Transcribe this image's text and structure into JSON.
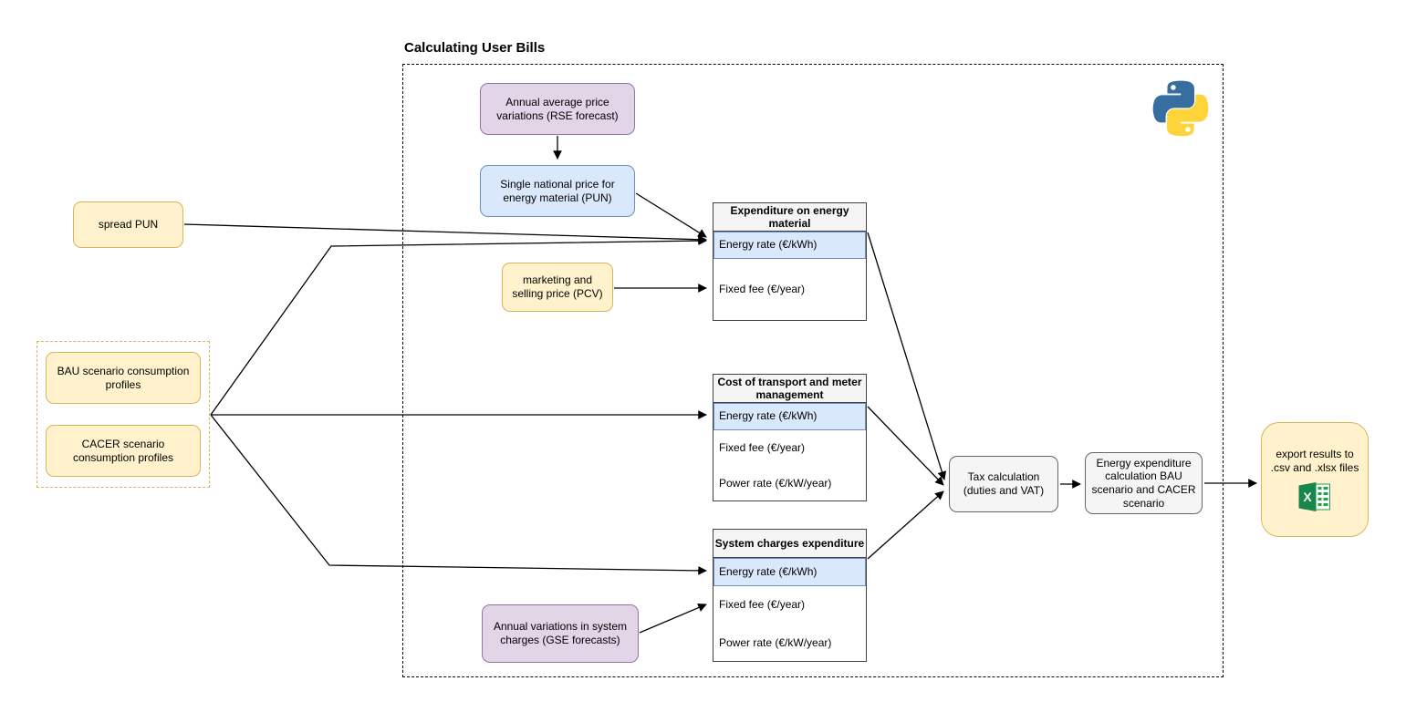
{
  "title": "Calculating User Bills",
  "nodes": {
    "rse_forecast": {
      "label": "Annual average price variations (RSE forecast)"
    },
    "pun": {
      "label": "Single national price for energy material (PUN)"
    },
    "spread_pun": {
      "label": "spread PUN"
    },
    "pcv": {
      "label": "marketing and selling price (PCV)"
    },
    "bau_profiles": {
      "label": "BAU scenario consumption profiles"
    },
    "cacer_profiles": {
      "label": "CACER scenario consumption profiles"
    },
    "gse_forecasts": {
      "label": "Annual variations in system charges (GSE forecasts)"
    },
    "tax_calculation": {
      "label": "Tax calculation (duties and VAT)"
    },
    "energy_expenditure": {
      "label": "Energy expenditure calculation BAU scenario and CACER scenario"
    },
    "export_results": {
      "label": "export results to .csv and .xlsx files"
    }
  },
  "tables": {
    "energy_material": {
      "header": "Expenditure on energy material",
      "rows": [
        "Energy rate (€/kWh)",
        "Fixed fee (€/year)"
      ]
    },
    "transport": {
      "header": "Cost of transport and meter management",
      "rows": [
        "Energy rate (€/kWh)",
        "Fixed fee (€/year)",
        "Power rate (€/kW/year)"
      ]
    },
    "system_charges": {
      "header": "System charges expenditure",
      "rows": [
        "Energy rate (€/kWh)",
        "Fixed fee (€/year)",
        "Power rate (€/kW/year)"
      ]
    }
  },
  "icons": {
    "python": "python-logo",
    "excel": "excel-icon",
    "excel_letter": "X"
  },
  "edges": [
    {
      "from": "rse_forecast",
      "to": "pun"
    },
    {
      "from": "pun",
      "to": "energy_material.Energy rate (€/kWh)"
    },
    {
      "from": "spread_pun",
      "to": "energy_material.Energy rate (€/kWh)"
    },
    {
      "from": "consumption_profiles",
      "to": "energy_material.Energy rate (€/kWh)"
    },
    {
      "from": "consumption_profiles",
      "to": "transport.Energy rate (€/kWh)"
    },
    {
      "from": "consumption_profiles",
      "to": "system_charges.Energy rate (€/kWh)"
    },
    {
      "from": "pcv",
      "to": "energy_material.Fixed fee (€/year)"
    },
    {
      "from": "gse_forecasts",
      "to": "system_charges.Fixed fee (€/year)"
    },
    {
      "from": "energy_material",
      "to": "tax_calculation"
    },
    {
      "from": "transport",
      "to": "tax_calculation"
    },
    {
      "from": "system_charges",
      "to": "tax_calculation"
    },
    {
      "from": "tax_calculation",
      "to": "energy_expenditure"
    },
    {
      "from": "energy_expenditure",
      "to": "export_results"
    }
  ],
  "colors": {
    "purple_fill": "#e1d5e7",
    "purple_stroke": "#9673a6",
    "blue_fill": "#dae8fc",
    "blue_stroke": "#6c8ebf",
    "yellow_fill": "#fff2cc",
    "yellow_stroke": "#d6b656",
    "gray_fill": "#f5f5f5",
    "gray_stroke": "#666666",
    "table_header_fill": "#f5f5f5",
    "python_blue": "#366f9f",
    "python_yellow": "#ffd43b",
    "excel_green": "#17874b"
  }
}
